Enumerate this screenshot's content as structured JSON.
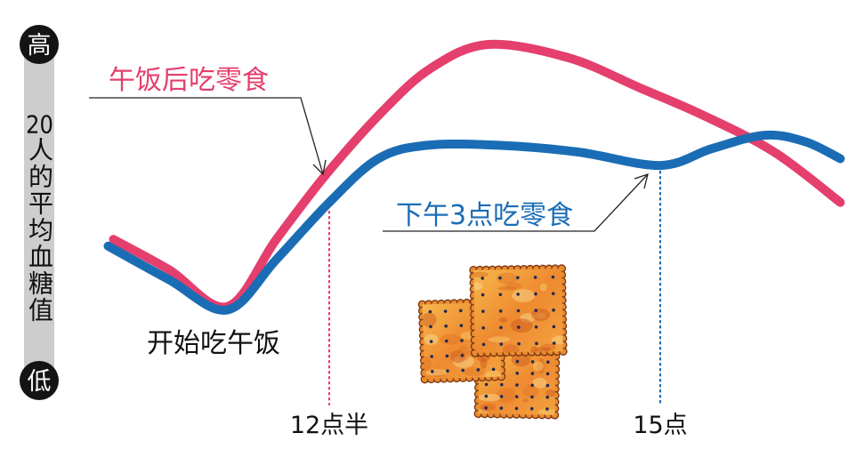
{
  "chart_data": {
    "type": "line",
    "ylabel": "20人的平均血糖值",
    "ylim": [
      0,
      1
    ],
    "y_ticks": [
      {
        "label": "高",
        "value": 1
      },
      {
        "label": "低",
        "value": 0
      }
    ],
    "x_ticks": [
      {
        "label": "12点半",
        "value": 12.5
      },
      {
        "label": "15点",
        "value": 15
      }
    ],
    "series": [
      {
        "name": "午饭后吃零食",
        "color": "#e43f6d",
        "x": [
          10.87,
          11.29,
          11.73,
          12.1,
          12.47,
          12.9,
          13.27,
          13.7,
          14.31,
          14.85,
          15.32,
          15.86,
          16.36
        ],
        "y": [
          0.42,
          0.33,
          0.22,
          0.42,
          0.61,
          0.8,
          0.93,
          1.0,
          0.96,
          0.87,
          0.79,
          0.68,
          0.53
        ]
      },
      {
        "name": "下午3点吃零食",
        "color": "#1a6db5",
        "x": [
          10.83,
          11.29,
          11.73,
          12.1,
          12.5,
          12.87,
          13.24,
          13.78,
          14.38,
          15.0,
          15.39,
          15.79,
          16.1,
          16.36
        ],
        "y": [
          0.4,
          0.3,
          0.21,
          0.36,
          0.53,
          0.66,
          0.7,
          0.7,
          0.68,
          0.64,
          0.69,
          0.73,
          0.71,
          0.66
        ]
      }
    ],
    "annotations": [
      {
        "text": "开始吃午饭",
        "x": 11.73
      }
    ]
  }
}
